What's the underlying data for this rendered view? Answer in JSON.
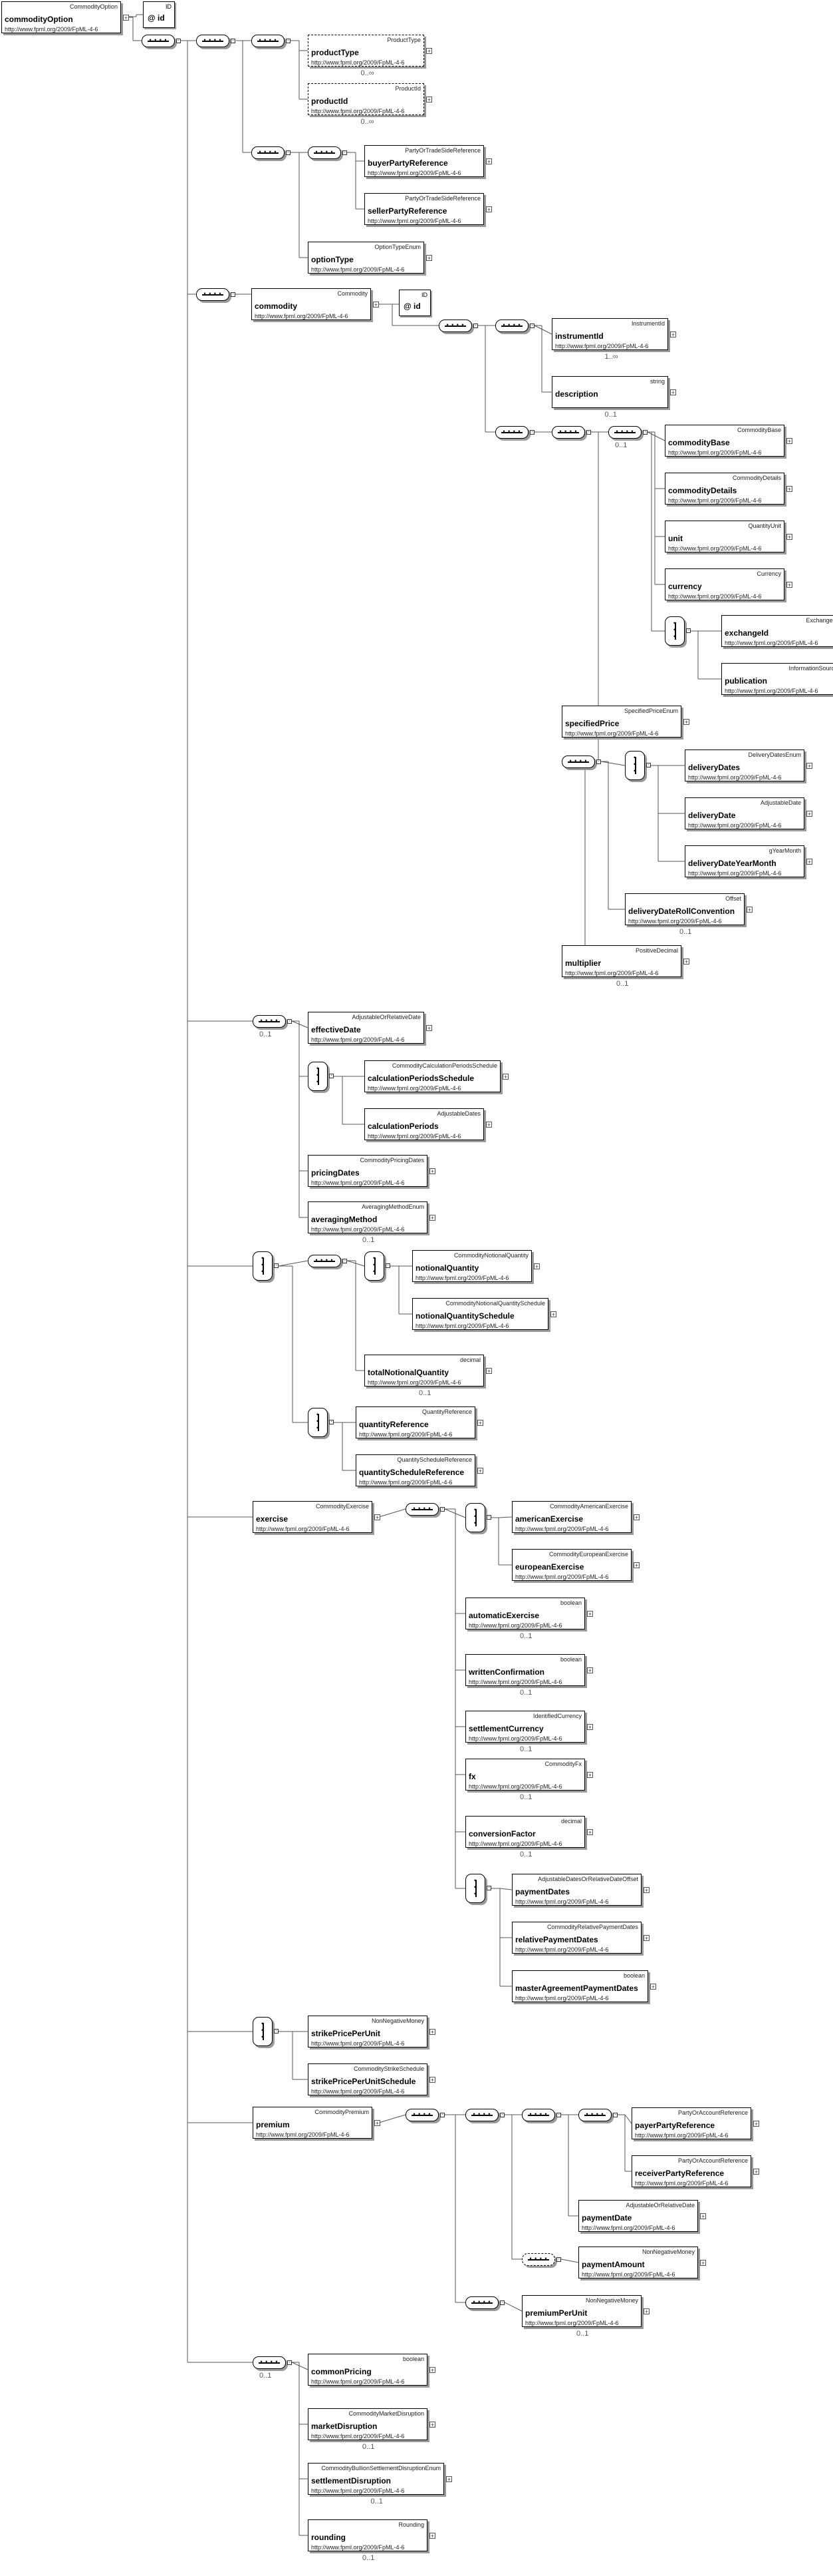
{
  "root": {
    "type": "CommodityOption",
    "name": "commodityOption",
    "ns": "http://www.fpml.org/2009/FpML-4-6"
  },
  "attr_root": {
    "type": "ID",
    "name": "@ id"
  },
  "attr_commodity": {
    "type": "ID",
    "name": "@ id"
  },
  "elements": {
    "productType": {
      "type": "ProductType",
      "name": "productType",
      "ns": "http://www.fpml.org/2009/FpML-4-6",
      "card": "0..∞"
    },
    "productId": {
      "type": "ProductId",
      "name": "productId",
      "ns": "http://www.fpml.org/2009/FpML-4-6",
      "card": "0..∞"
    },
    "buyerPartyReference": {
      "type": "PartyOrTradeSideReference",
      "name": "buyerPartyReference",
      "ns": "http://www.fpml.org/2009/FpML-4-6"
    },
    "sellerPartyReference": {
      "type": "PartyOrTradeSideReference",
      "name": "sellerPartyReference",
      "ns": "http://www.fpml.org/2009/FpML-4-6"
    },
    "optionType": {
      "type": "OptionTypeEnum",
      "name": "optionType",
      "ns": "http://www.fpml.org/2009/FpML-4-6"
    },
    "commodity": {
      "type": "Commodity",
      "name": "commodity",
      "ns": "http://www.fpml.org/2009/FpML-4-6"
    },
    "instrumentId": {
      "type": "InstrumentId",
      "name": "instrumentId",
      "ns": "http://www.fpml.org/2009/FpML-4-6",
      "card": "1..∞"
    },
    "description": {
      "type": "string",
      "name": "description",
      "ns": "",
      "card": "0..1"
    },
    "commodityBase": {
      "type": "CommodityBase",
      "name": "commodityBase",
      "ns": "http://www.fpml.org/2009/FpML-4-6"
    },
    "commodityDetails": {
      "type": "CommodityDetails",
      "name": "commodityDetails",
      "ns": "http://www.fpml.org/2009/FpML-4-6"
    },
    "unit": {
      "type": "QuantityUnit",
      "name": "unit",
      "ns": "http://www.fpml.org/2009/FpML-4-6"
    },
    "currency": {
      "type": "Currency",
      "name": "currency",
      "ns": "http://www.fpml.org/2009/FpML-4-6"
    },
    "exchangeId": {
      "type": "ExchangeId",
      "name": "exchangeId",
      "ns": "http://www.fpml.org/2009/FpML-4-6"
    },
    "publication": {
      "type": "InformationSource",
      "name": "publication",
      "ns": "http://www.fpml.org/2009/FpML-4-6"
    },
    "specifiedPrice": {
      "type": "SpecifiedPriceEnum",
      "name": "specifiedPrice",
      "ns": "http://www.fpml.org/2009/FpML-4-6"
    },
    "deliveryDates": {
      "type": "DeliveryDatesEnum",
      "name": "deliveryDates",
      "ns": "http://www.fpml.org/2009/FpML-4-6"
    },
    "deliveryDate": {
      "type": "AdjustableDate",
      "name": "deliveryDate",
      "ns": "http://www.fpml.org/2009/FpML-4-6"
    },
    "deliveryDateYearMonth": {
      "type": "gYearMonth",
      "name": "deliveryDateYearMonth",
      "ns": "http://www.fpml.org/2009/FpML-4-6"
    },
    "deliveryDateRollConvention": {
      "type": "Offset",
      "name": "deliveryDateRollConvention",
      "ns": "http://www.fpml.org/2009/FpML-4-6",
      "card": "0..1"
    },
    "multiplier": {
      "type": "PositiveDecimal",
      "name": "multiplier",
      "ns": "http://www.fpml.org/2009/FpML-4-6",
      "card": "0..1"
    },
    "effectiveDate": {
      "type": "AdjustableOrRelativeDate",
      "name": "effectiveDate",
      "ns": "http://www.fpml.org/2009/FpML-4-6"
    },
    "calculationPeriodsSchedule": {
      "type": "CommodityCalculationPeriodsSchedule",
      "name": "calculationPeriodsSchedule",
      "ns": "http://www.fpml.org/2009/FpML-4-6"
    },
    "calculationPeriods": {
      "type": "AdjustableDates",
      "name": "calculationPeriods",
      "ns": "http://www.fpml.org/2009/FpML-4-6"
    },
    "pricingDates": {
      "type": "CommodityPricingDates",
      "name": "pricingDates",
      "ns": "http://www.fpml.org/2009/FpML-4-6"
    },
    "averagingMethod": {
      "type": "AveragingMethodEnum",
      "name": "averagingMethod",
      "ns": "http://www.fpml.org/2009/FpML-4-6",
      "card": "0..1"
    },
    "notionalQuantity": {
      "type": "CommodityNotionalQuantity",
      "name": "notionalQuantity",
      "ns": "http://www.fpml.org/2009/FpML-4-6"
    },
    "notionalQuantitySchedule": {
      "type": "CommodityNotionalQuantitySchedule",
      "name": "notionalQuantitySchedule",
      "ns": "http://www.fpml.org/2009/FpML-4-6"
    },
    "totalNotionalQuantity": {
      "type": "decimal",
      "name": "totalNotionalQuantity",
      "ns": "http://www.fpml.org/2009/FpML-4-6",
      "card": "0..1"
    },
    "quantityReference": {
      "type": "QuantityReference",
      "name": "quantityReference",
      "ns": "http://www.fpml.org/2009/FpML-4-6"
    },
    "quantityScheduleReference": {
      "type": "QuantityScheduleReference",
      "name": "quantityScheduleReference",
      "ns": "http://www.fpml.org/2009/FpML-4-6"
    },
    "exercise": {
      "type": "CommodityExercise",
      "name": "exercise",
      "ns": "http://www.fpml.org/2009/FpML-4-6"
    },
    "americanExercise": {
      "type": "CommodityAmericanExercise",
      "name": "americanExercise",
      "ns": "http://www.fpml.org/2009/FpML-4-6"
    },
    "europeanExercise": {
      "type": "CommodityEuropeanExercise",
      "name": "europeanExercise",
      "ns": "http://www.fpml.org/2009/FpML-4-6"
    },
    "automaticExercise": {
      "type": "boolean",
      "name": "automaticExercise",
      "ns": "http://www.fpml.org/2009/FpML-4-6",
      "card": "0..1"
    },
    "writtenConfirmation": {
      "type": "boolean",
      "name": "writtenConfirmation",
      "ns": "http://www.fpml.org/2009/FpML-4-6",
      "card": "0..1"
    },
    "settlementCurrency": {
      "type": "IdentifiedCurrency",
      "name": "settlementCurrency",
      "ns": "http://www.fpml.org/2009/FpML-4-6",
      "card": "0..1"
    },
    "fx": {
      "type": "CommodityFx",
      "name": "fx",
      "ns": "http://www.fpml.org/2009/FpML-4-6",
      "card": "0..1"
    },
    "conversionFactor": {
      "type": "decimal",
      "name": "conversionFactor",
      "ns": "http://www.fpml.org/2009/FpML-4-6",
      "card": "0..1"
    },
    "paymentDates": {
      "type": "AdjustableDatesOrRelativeDateOffset",
      "name": "paymentDates",
      "ns": "http://www.fpml.org/2009/FpML-4-6"
    },
    "relativePaymentDates": {
      "type": "CommodityRelativePaymentDates",
      "name": "relativePaymentDates",
      "ns": "http://www.fpml.org/2009/FpML-4-6"
    },
    "masterAgreementPaymentDates": {
      "type": "boolean",
      "name": "masterAgreementPaymentDates",
      "ns": "http://www.fpml.org/2009/FpML-4-6"
    },
    "strikePricePerUnit": {
      "type": "NonNegativeMoney",
      "name": "strikePricePerUnit",
      "ns": "http://www.fpml.org/2009/FpML-4-6"
    },
    "strikePricePerUnitSchedule": {
      "type": "CommodityStrikeSchedule",
      "name": "strikePricePerUnitSchedule",
      "ns": "http://www.fpml.org/2009/FpML-4-6"
    },
    "premium": {
      "type": "CommodityPremium",
      "name": "premium",
      "ns": "http://www.fpml.org/2009/FpML-4-6"
    },
    "payerPartyReference": {
      "type": "PartyOrAccountReference",
      "name": "payerPartyReference",
      "ns": "http://www.fpml.org/2009/FpML-4-6"
    },
    "receiverPartyReference": {
      "type": "PartyOrAccountReference",
      "name": "receiverPartyReference",
      "ns": "http://www.fpml.org/2009/FpML-4-6"
    },
    "paymentDate": {
      "type": "AdjustableOrRelativeDate",
      "name": "paymentDate",
      "ns": "http://www.fpml.org/2009/FpML-4-6"
    },
    "paymentAmount": {
      "type": "NonNegativeMoney",
      "name": "paymentAmount",
      "ns": "http://www.fpml.org/2009/FpML-4-6"
    },
    "premiumPerUnit": {
      "type": "NonNegativeMoney",
      "name": "premiumPerUnit",
      "ns": "http://www.fpml.org/2009/FpML-4-6",
      "card": "0..1"
    },
    "commonPricing": {
      "type": "boolean",
      "name": "commonPricing",
      "ns": "http://www.fpml.org/2009/FpML-4-6"
    },
    "marketDisruption": {
      "type": "CommodityMarketDisruption",
      "name": "marketDisruption",
      "ns": "http://www.fpml.org/2009/FpML-4-6",
      "card": "0..1"
    },
    "settlementDisruption": {
      "type": "CommodityBullionSettlementDisruptionEnum",
      "name": "settlementDisruption",
      "ns": "http://www.fpml.org/2009/FpML-4-6",
      "card": "0..1"
    },
    "rounding": {
      "type": "Rounding",
      "name": "rounding",
      "ns": "http://www.fpml.org/2009/FpML-4-6",
      "card": "0..1"
    }
  },
  "compositor_cards": {
    "c_opt1": "0..1",
    "c_opt2": "0..1",
    "c_opt3": "0..1"
  }
}
